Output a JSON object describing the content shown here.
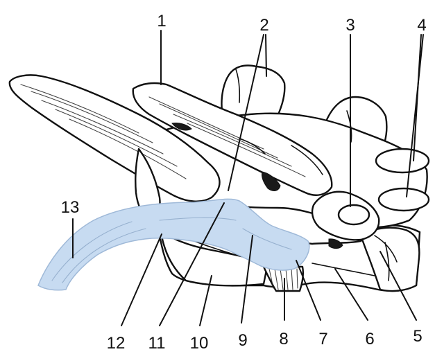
{
  "colors": {
    "highlight": "#c7dbf1",
    "ink": "#111111",
    "background": "#ffffff"
  },
  "labels": {
    "l1": "1",
    "l2": "2",
    "l3": "3",
    "l4": "4",
    "l5": "5",
    "l6": "6",
    "l7": "7",
    "l8": "8",
    "l9": "9",
    "l10": "10",
    "l11": "11",
    "l12": "12",
    "l13": "13"
  }
}
